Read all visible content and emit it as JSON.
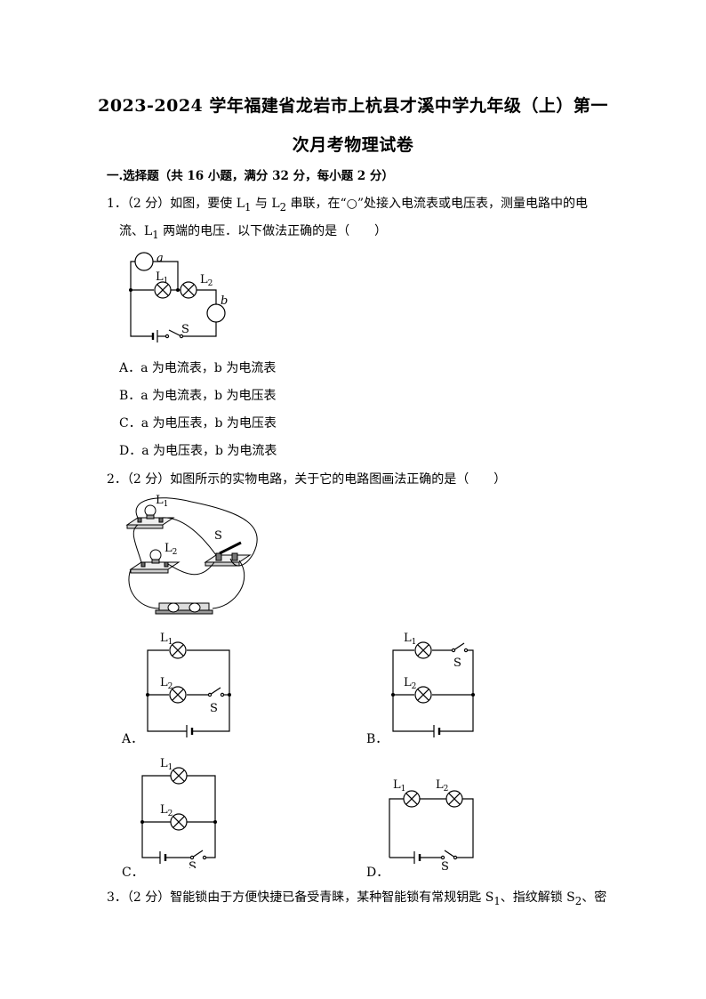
{
  "title": {
    "line1": "2023-2024 学年福建省龙岩市上杭县才溪中学九年级（上）第一",
    "line2": "次月考物理试卷"
  },
  "section1": {
    "heading": "一.选择题（共 16 小题，满分 32 分，每小题 2 分）"
  },
  "q1": {
    "line1_prefix": "1．（2 分）如图，要使 L",
    "line1_sub1": "1",
    "line1_mid": " 与 L",
    "line1_sub2": "2",
    "line1_rest": " 串联，在“○”处接入电流表或电压表，测量电路中的电",
    "line2_prefix": "流、L",
    "line2_sub": "1",
    "line2_rest": " 两端的电压．以下做法正确的是（　　）",
    "diagram": {
      "a": "a",
      "b": "b",
      "L": "L",
      "s1": "1",
      "s2": "2",
      "S": "S"
    },
    "options": [
      "A．a 为电流表，b 为电流表",
      "B．a 为电流表，b 为电压表",
      "C．a 为电压表，b 为电压表",
      "D．a 为电压表，b 为电流表"
    ]
  },
  "q2": {
    "stem": "2．（2 分）如图所示的实物电路，关于它的电路图画法正确的是（　　）",
    "photo_labels": {
      "L": "L",
      "s1": "1",
      "s2": "2",
      "S": "S"
    },
    "option_labels": {
      "A": "A．",
      "B": "B．",
      "C": "C．",
      "D": "D．"
    },
    "circuit_labels": {
      "L": "L",
      "s1": "1",
      "s2": "2",
      "S": "S"
    }
  },
  "q3": {
    "line1_prefix": "3．（2 分）智能锁由于方便快捷已备受青睐，某种智能锁有常规钥匙 S",
    "sub1": "1",
    "mid": "、指纹解锁 S",
    "sub2": "2",
    "rest": "、密"
  }
}
